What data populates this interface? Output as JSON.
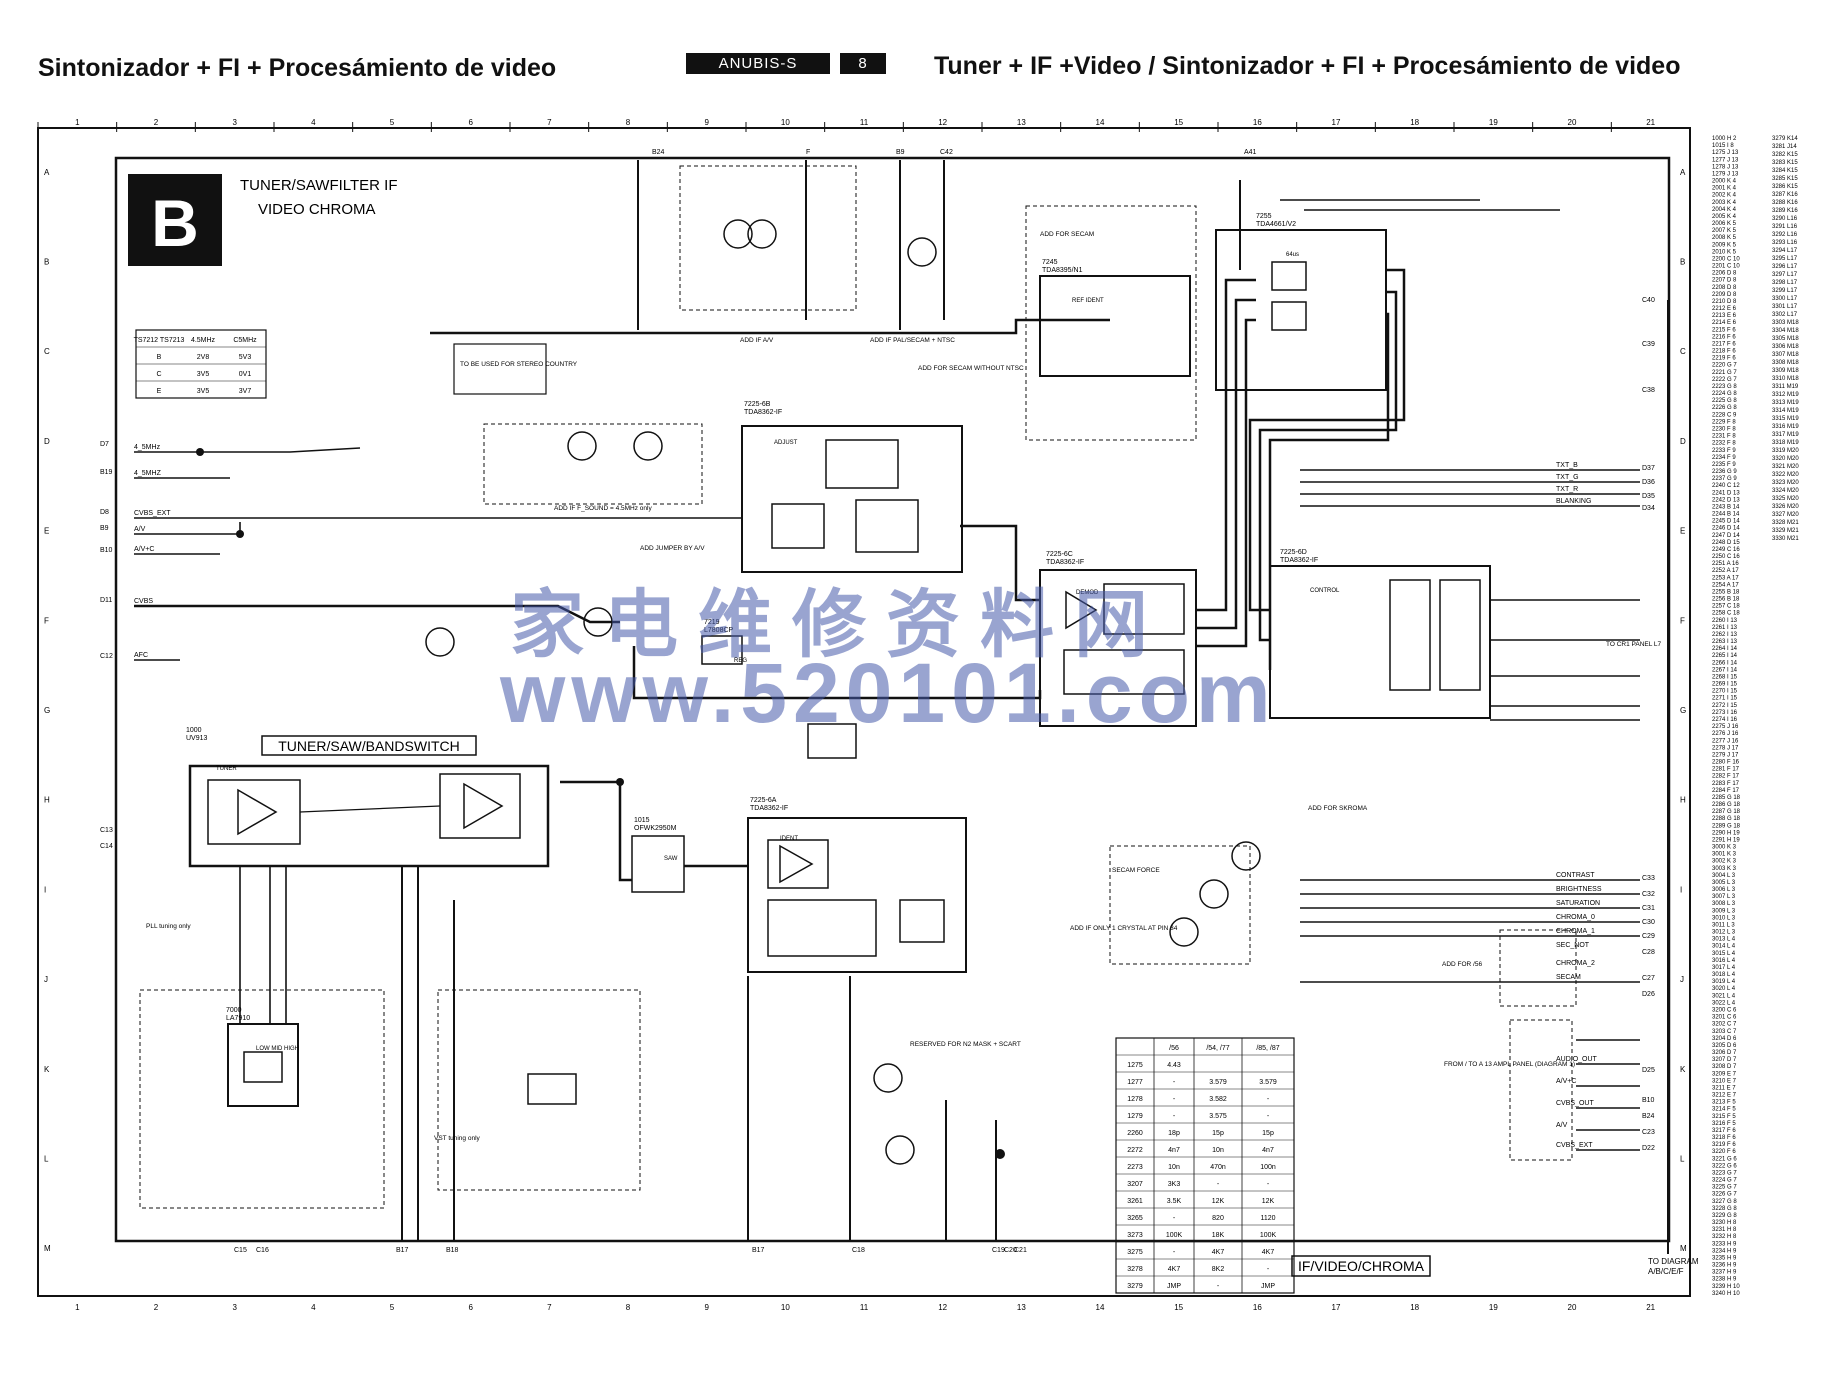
{
  "header": {
    "left_title": "Sintonizador + FI + Procesámiento de video",
    "model_tag": "ANUBIS-S",
    "page_tag": "8",
    "right_title": "Tuner + IF +Video / Sintonizador + FI + Procesámiento de video"
  },
  "schematic": {
    "block_letter": "B",
    "block_title_1": "TUNER/SAWFILTER IF",
    "block_title_2": "VIDEO CHROMA",
    "tuner_label": "TUNER/SAW/BANDSWITCH",
    "footer_label": "IF/VIDEO/CHROMA",
    "to_diagram_1": "TO DIAGRAM",
    "to_diagram_2": "A/B/C/E/F",
    "watermark_cn": "家电维修资料网",
    "watermark_url": "www.520101.com"
  },
  "grid": {
    "columns": [
      "1",
      "2",
      "3",
      "4",
      "5",
      "6",
      "7",
      "8",
      "9",
      "10",
      "11",
      "12",
      "13",
      "14",
      "15",
      "16",
      "17",
      "18",
      "19",
      "20",
      "21"
    ],
    "rows": [
      "A",
      "B",
      "C",
      "D",
      "E",
      "F",
      "G",
      "H",
      "I",
      "J",
      "K",
      "L",
      "M"
    ]
  },
  "connectors": {
    "left": [
      "D7",
      "B19",
      "D8",
      "B9",
      "B10",
      "D11",
      "C12",
      "C13",
      "C14"
    ],
    "right": [
      "C40",
      "C39",
      "C38",
      "D37",
      "D36",
      "D35",
      "D34",
      "C33",
      "C32",
      "C31",
      "C30",
      "C29",
      "C28",
      "C27",
      "D26",
      "D25",
      "B10",
      "B24",
      "C23",
      "D22"
    ],
    "top": [
      "B24",
      "F",
      "B9",
      "C42",
      "A41"
    ],
    "bottom": [
      "C15",
      "C16",
      "B17",
      "B18",
      "B17",
      "C18",
      "C19",
      "C20",
      "C21"
    ]
  },
  "ics": [
    {
      "ref": "7225-6B",
      "type": "TDA8362-IF",
      "label": "ADJUST"
    },
    {
      "ref": "7225-6C",
      "type": "TDA8362-IF",
      "label": "DEMOD"
    },
    {
      "ref": "7225-6D",
      "type": "TDA8362-IF",
      "label": "CONTROL"
    },
    {
      "ref": "7225-6A",
      "type": "TDA8362-IF",
      "label": "IDENT"
    },
    {
      "ref": "7245",
      "type": "TDA8395/N1",
      "label": "REF IDENT"
    },
    {
      "ref": "7255",
      "type": "TDA4661/V2",
      "label": "64us"
    },
    {
      "ref": "1000",
      "type": "UV913",
      "label": "TUNER"
    },
    {
      "ref": "7000",
      "type": "LA7910",
      "label": "LOW MID HIGH"
    },
    {
      "ref": "1015",
      "type": "OFWK2950M",
      "label": "SAW"
    },
    {
      "ref": "7219",
      "type": "L7808CP",
      "label": "REG"
    }
  ],
  "right_signals": [
    "TXT_B",
    "TXT_G",
    "TXT_R",
    "BLANKING",
    "CONTRAST",
    "BRIGHTNESS",
    "SATURATION",
    "CHROMA_0",
    "CHROMA_1",
    "SEC_NOT",
    "CHROMA_2",
    "SECAM",
    "AUDIO_OUT",
    "A/V+C",
    "CVBS_OUT",
    "A/V",
    "CVBS_EXT"
  ],
  "left_signals": [
    "4_5MHz",
    "4_5MHZ",
    "CVBS_EXT",
    "A/V",
    "A/V+C",
    "CVBS",
    "AFC"
  ],
  "notes": [
    "ADD FOR SECAM",
    "ADD IF A/V",
    "ADD IF PAL/SECAM + NTSC",
    "ADD FOR SECAM WITHOUT NTSC",
    "ADD IF F_SOUND = 4.5MHz only",
    "ADD JUMPER BY A/V",
    "SECAM FORCE",
    "ADD FOR /56",
    "ADD FOR SKROMA",
    "ADD IF ONLY 1 CRYSTAL AT PIN 34",
    "RESERVED FOR N2 MASK + SCART",
    "VST tuning only",
    "PLL tuning only",
    "TO BE USED FOR STEREO COUNTRY",
    "FROM / TO A 13 AMPL PANEL (DIAGRAM 1)",
    "TO CR1 PANEL L7"
  ],
  "small_table": {
    "headers": [
      "TS7212 TS7213",
      "4.5MHz",
      "C5MHz"
    ],
    "rows": [
      [
        "B",
        "2V8",
        "5V3"
      ],
      [
        "C",
        "3V5",
        "0V1"
      ],
      [
        "E",
        "3V5",
        "3V7"
      ]
    ]
  },
  "values_table": {
    "headers": [
      "",
      "/56",
      "/54, /77",
      "/85, /87"
    ],
    "rows": [
      [
        "1275",
        "4.43",
        "",
        ""
      ],
      [
        "1277",
        "-",
        "3.579",
        "3.579"
      ],
      [
        "1278",
        "-",
        "3.582",
        "-"
      ],
      [
        "1279",
        "-",
        "3.575",
        "-"
      ],
      [
        "2260",
        "18p",
        "15p",
        "15p"
      ],
      [
        "2272",
        "4n7",
        "10n",
        "4n7"
      ],
      [
        "2273",
        "10n",
        "470n",
        "100n"
      ],
      [
        "3207",
        "3K3",
        "-",
        "-"
      ],
      [
        "3261",
        "3.5K",
        "12K",
        "12K"
      ],
      [
        "3265",
        "-",
        "820",
        "1120"
      ],
      [
        "3273",
        "100K",
        "18K",
        "100K"
      ],
      [
        "3275",
        "-",
        "4K7",
        "4K7"
      ],
      [
        "3278",
        "4K7",
        "8K2",
        "-"
      ],
      [
        "3279",
        "JMP",
        "-",
        "JMP"
      ]
    ]
  },
  "index_column_1": [
    "1000 H 2",
    "1015 I 8",
    "1275 J 13",
    "1277 J 13",
    "1278 J 13",
    "1279 J 13",
    "2000 K 4",
    "2001 K 4",
    "2002 K 4",
    "2003 K 4",
    "2004 K 4",
    "2005 K 4",
    "2006 K 5",
    "2007 K 5",
    "2008 K 5",
    "2009 K 5",
    "2010 K 5",
    "2200 C 10",
    "2201 C 10",
    "2206 D 8",
    "2207 D 8",
    "2208 D 8",
    "2209 D 8",
    "2210 D 8",
    "2212 E 6",
    "2213 E 6",
    "2214 E 6",
    "2215 F 6",
    "2216 F 6",
    "2217 F 6",
    "2218 F 6",
    "2219 F 6",
    "2220 G 7",
    "2221 G 7",
    "2222 G 7",
    "2223 G 8",
    "2224 G 8",
    "2225 G 8",
    "2226 G 8",
    "2228 C 9",
    "2229 F 8",
    "2230 F 8",
    "2231 F 8",
    "2232 F 8",
    "2233 F 9",
    "2234 F 9",
    "2235 F 9",
    "2236 G 9",
    "2237 G 9",
    "2240 C 12",
    "2241 D 13",
    "2242 D 13",
    "2243 B 14",
    "2244 B 14",
    "2245 D 14",
    "2246 D 14",
    "2247 D 14",
    "2248 D 15",
    "2249 C 16",
    "2250 C 16",
    "2251 A 16",
    "2252 A 17",
    "2253 A 17",
    "2254 A 17",
    "2255 B 18",
    "2256 B 18",
    "2257 C 18",
    "2258 C 18",
    "2260 I 13",
    "2261 I 13",
    "2262 I 13",
    "2263 I 13",
    "2264 I 14",
    "2265 I 14",
    "2266 I 14",
    "2267 I 14",
    "2268 I 15",
    "2269 I 15",
    "2270 I 15",
    "2271 I 15",
    "2272 I 15",
    "2273 I 16",
    "2274 I 16",
    "2275 J 16",
    "2276 J 16",
    "2277 J 16",
    "2278 J 17",
    "2279 J 17",
    "2280 F 16",
    "2281 F 17",
    "2282 F 17",
    "2283 F 17",
    "2284 F 17",
    "2285 G 18",
    "2286 G 18",
    "2287 G 18",
    "2288 G 18",
    "2289 G 18",
    "2290 H 19",
    "2291 H 19",
    "3000 K 3",
    "3001 K 3",
    "3002 K 3",
    "3003 K 3",
    "3004 L 3",
    "3005 L 3",
    "3006 L 3",
    "3007 L 3",
    "3008 L 3",
    "3009 L 3",
    "3010 L 3",
    "3011 L 3",
    "3012 L 3",
    "3013 L 4",
    "3014 L 4",
    "3015 L 4",
    "3016 L 4",
    "3017 L 4",
    "3018 L 4",
    "3019 L 4",
    "3020 L 4",
    "3021 L 4",
    "3022 L 4",
    "3200 C 6",
    "3201 C 6",
    "3202 C 7",
    "3203 C 7",
    "3204 D 6",
    "3205 D 6",
    "3206 D 7",
    "3207 D 7",
    "3208 D 7",
    "3209 E 7",
    "3210 E 7",
    "3211 E 7",
    "3212 E 7",
    "3213 F 5",
    "3214 F 5",
    "3215 F 5",
    "3216 F 5",
    "3217 F 6",
    "3218 F 6",
    "3219 F 6",
    "3220 F 6",
    "3221 G 6",
    "3222 G 6",
    "3223 G 7",
    "3224 G 7",
    "3225 G 7",
    "3226 G 7",
    "3227 G 8",
    "3228 G 8",
    "3229 G 8",
    "3230 H 8",
    "3231 H 8",
    "3232 H 8",
    "3233 H 9",
    "3234 H 9",
    "3235 H 9",
    "3236 H 9",
    "3237 H 9",
    "3238 H 9",
    "3239 H 10",
    "3240 H 10"
  ],
  "index_column_2": [
    "3279 K14",
    "3281 J14",
    "3282 K15",
    "3283 K15",
    "3284 K15",
    "3285 K15",
    "3286 K15",
    "3287 K16",
    "3288 K16",
    "3289 K16",
    "3290 L16",
    "3291 L16",
    "3292 L16",
    "3293 L16",
    "3294 L17",
    "3295 L17",
    "3296 L17",
    "3297 L17",
    "3298 L17",
    "3299 L17",
    "3300 L17",
    "3301 L17",
    "3302 L17",
    "3303 M18",
    "3304 M18",
    "3305 M18",
    "3306 M18",
    "3307 M18",
    "3308 M18",
    "3309 M18",
    "3310 M18",
    "3311 M19",
    "3312 M19",
    "3313 M19",
    "3314 M19",
    "3315 M19",
    "3316 M19",
    "3317 M19",
    "3318 M19",
    "3319 M20",
    "3320 M20",
    "3321 M20",
    "3322 M20",
    "3323 M20",
    "3324 M20",
    "3325 M20",
    "3326 M20",
    "3327 M20",
    "3328 M21",
    "3329 M21",
    "3330 M21"
  ]
}
